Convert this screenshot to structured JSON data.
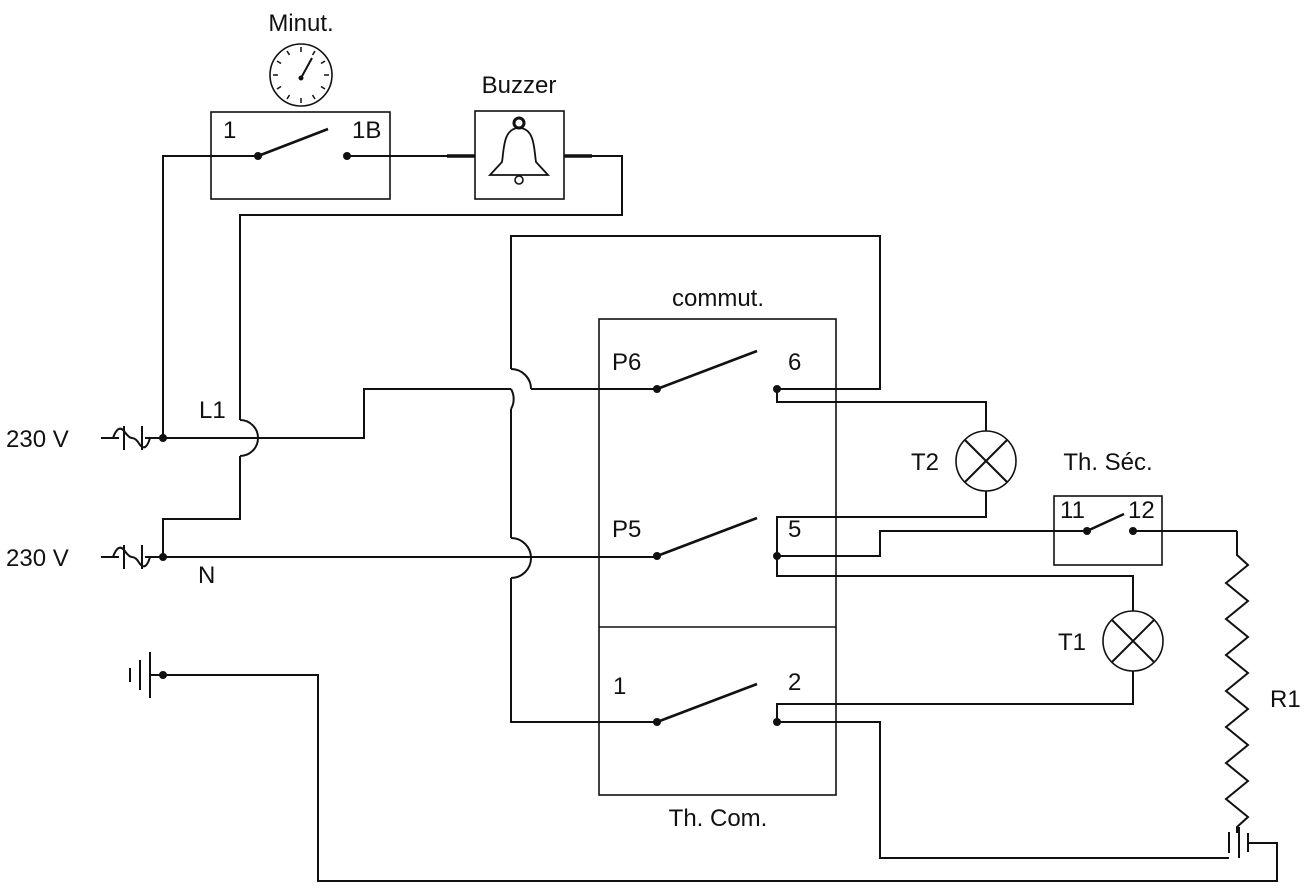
{
  "labels": {
    "minuterie": "Minut.",
    "buzzer": "Buzzer",
    "supply_l": "230 V",
    "supply_n": "230 V",
    "l1": "L1",
    "n": "N",
    "commut": "commut.",
    "th_com": "Th. Com.",
    "th_sec": "Th. Séc.",
    "t1": "T1",
    "t2": "T2",
    "r1": "R1"
  },
  "terminals": {
    "minut_1": "1",
    "minut_1b": "1B",
    "p6": "P6",
    "t6": "6",
    "p5": "P5",
    "t5": "5",
    "thcom_1": "1",
    "thcom_2": "2",
    "thsec_11": "11",
    "thsec_12": "12"
  },
  "style": {
    "line_color": "#111111",
    "background": "#ffffff"
  }
}
